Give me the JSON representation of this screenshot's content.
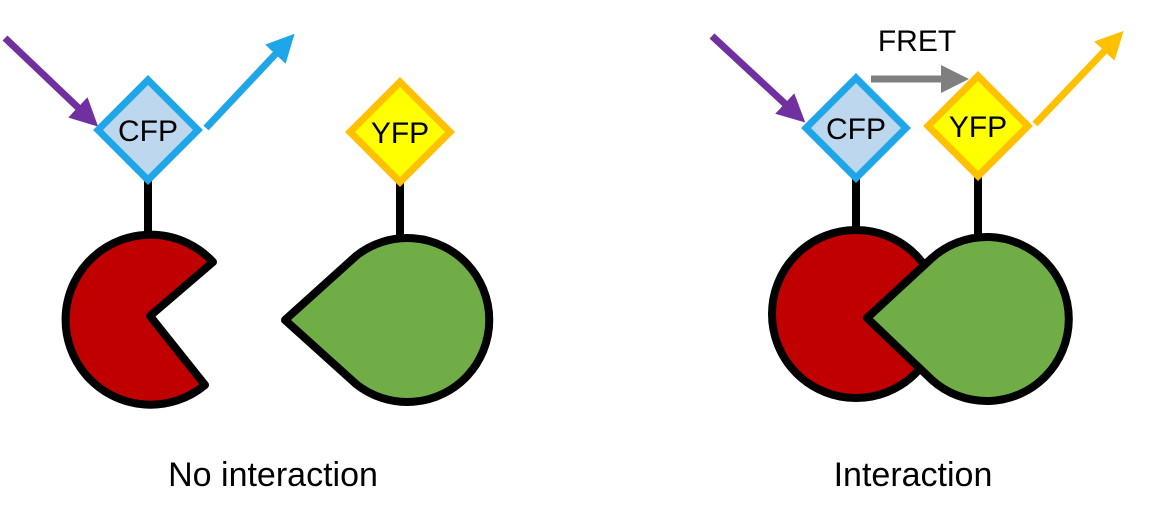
{
  "colors": {
    "cfp_border": "#1fa6e8",
    "cfp_fill": "#bdd7ee",
    "yfp_border": "#ffc000",
    "yfp_fill": "#ffff00",
    "red_protein": "#c00000",
    "green_protein": "#70ad47",
    "excitation_arrow": "#7030a0",
    "cyan_emission_arrow": "#1fa6e8",
    "yellow_emission_arrow": "#ffc000",
    "fret_arrow": "#7f7f7f",
    "outline": "#000000"
  },
  "left_panel": {
    "caption": "No interaction",
    "cfp_label": "CFP",
    "yfp_label": "YFP"
  },
  "right_panel": {
    "caption": "Interaction",
    "cfp_label": "CFP",
    "yfp_label": "YFP",
    "fret_label": "FRET"
  }
}
